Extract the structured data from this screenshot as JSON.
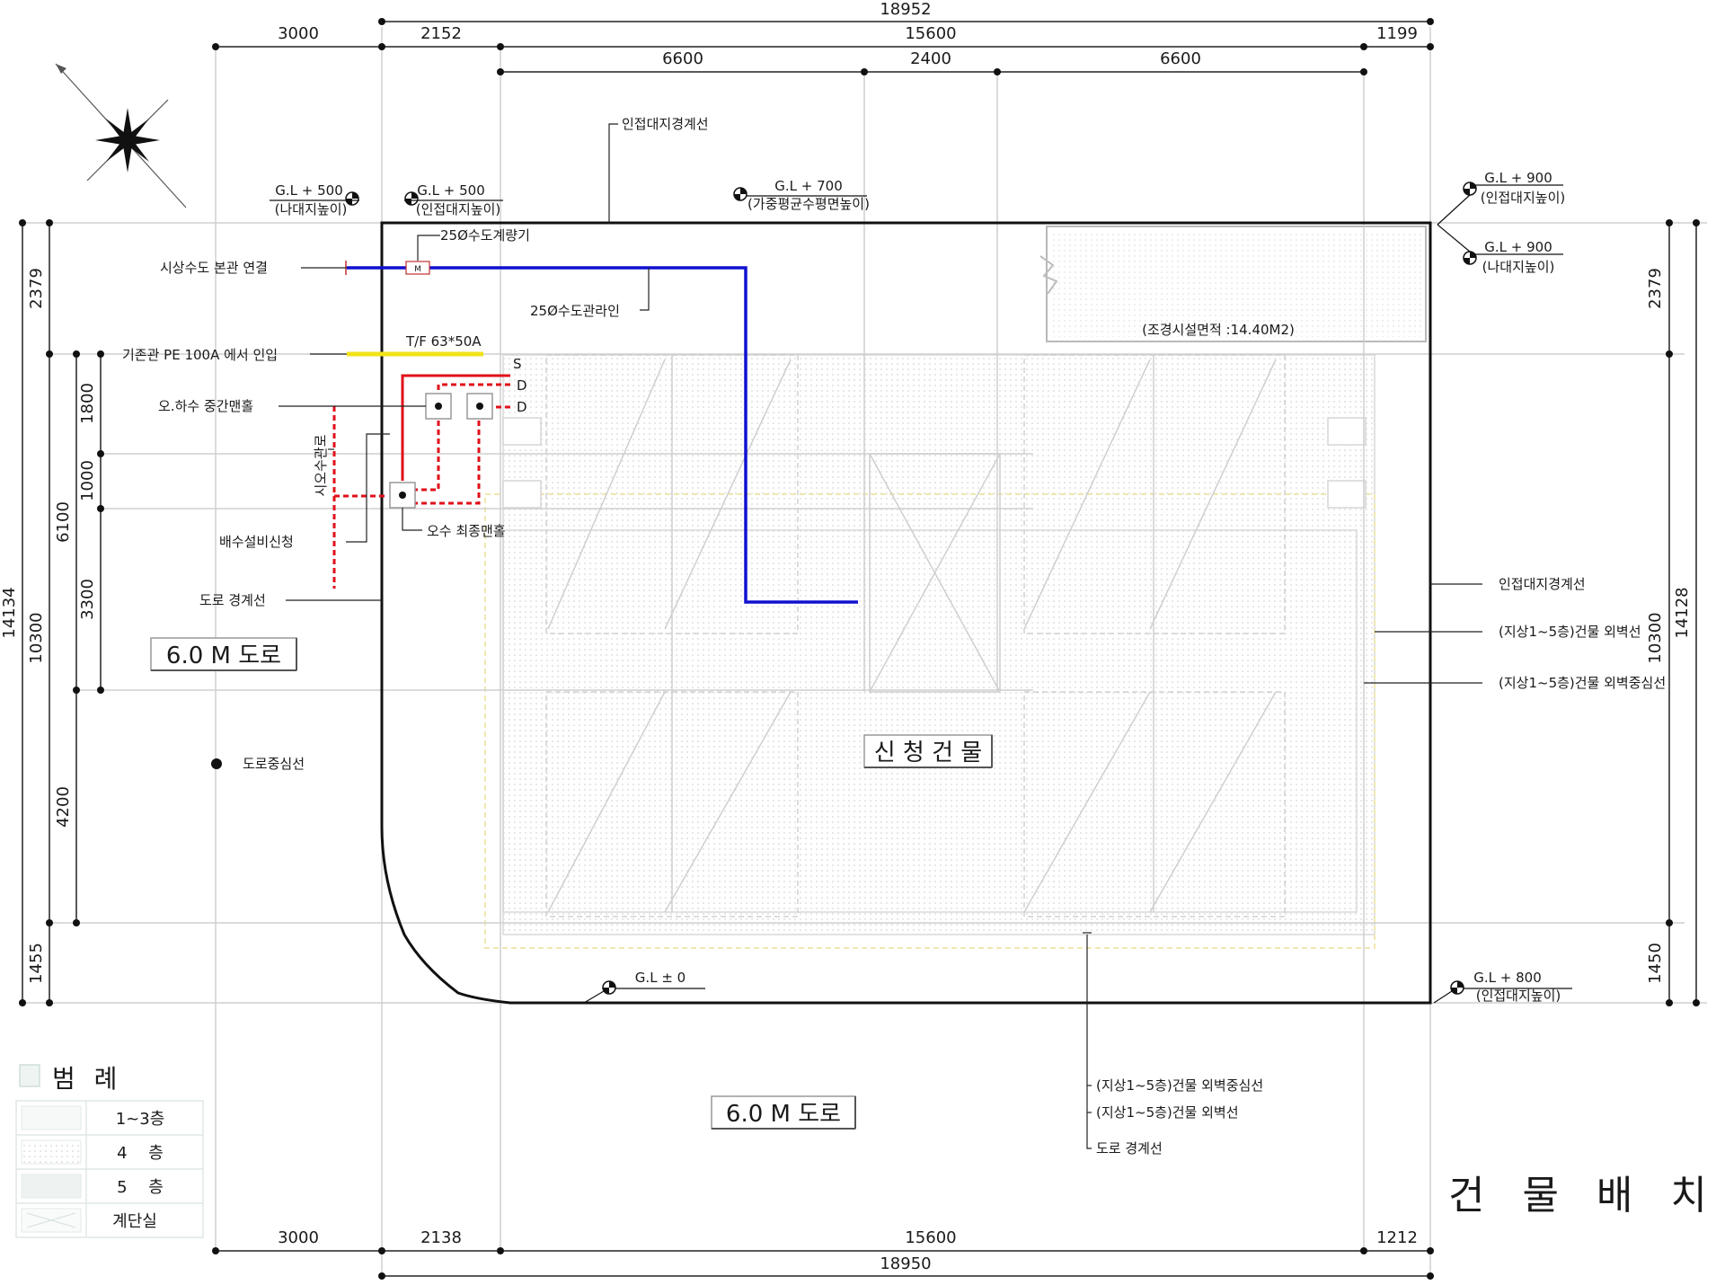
{
  "dimensions": {
    "top_total": "18952",
    "top_row1": [
      "3000",
      "2152",
      "15600",
      "1199"
    ],
    "top_row2": [
      "6600",
      "2400",
      "6600"
    ],
    "bottom_row1": [
      "3000",
      "2138",
      "15600",
      "1212"
    ],
    "bottom_total": "18950",
    "left_outer": "14134",
    "left_mid": [
      "2379",
      "10300",
      "1455"
    ],
    "left_inner": [
      "6100",
      "4200"
    ],
    "left_innermost": [
      "1800",
      "1000",
      "3300"
    ],
    "right_inner": [
      "2379",
      "10300",
      "1450"
    ],
    "right_outer": "14128"
  },
  "levels": [
    {
      "id": "lv1",
      "main": "G.L + 500",
      "sub": "(나대지높이)"
    },
    {
      "id": "lv2",
      "main": "G.L + 500",
      "sub": "(인접대지높이)"
    },
    {
      "id": "lv3",
      "main": "G.L + 700",
      "sub": "(가중평균수평면높이)"
    },
    {
      "id": "lv4",
      "main": "G.L + 900",
      "sub": "(인접대지높이)"
    },
    {
      "id": "lv5",
      "main": "G.L + 900",
      "sub": "(나대지높이)"
    },
    {
      "id": "lv6",
      "main": "G.L ± 0",
      "sub": ""
    },
    {
      "id": "lv7",
      "main": "G.L + 800",
      "sub": "(인접대지높이)"
    }
  ],
  "notes": {
    "adjacent_boundary_top": "인접대지경계선",
    "water_meter": "25Ø수도계량기",
    "water_main_connect": "시상수도 본관 연결",
    "water_line": "25Ø수도관라인",
    "gas_intake": "기존관 PE 100A 에서 인입",
    "tf": "T/F 63*50A",
    "manhole_mid": "오.하수 중간맨홀",
    "sewer_pipe": "시오수관로",
    "drain_apply": "배수설비신청",
    "manhole_final": "오수 최종맨홀",
    "road_boundary_left": "도로 경계선",
    "road_center": "도로중심선",
    "adjacent_boundary_right": "인접대지경계선",
    "wall_line_right": "(지상1~5층)건물 외벽선",
    "wall_center_right": "(지상1~5층)건물 외벽중심선",
    "wall_center_bottom": "(지상1~5층)건물 외벽중심선",
    "wall_line_bottom": "(지상1~5층)건물 외벽선",
    "road_boundary_bottom": "도로 경계선",
    "landscape_area": "(조경시설면적 :14.40M2)",
    "pipe_s": "S",
    "pipe_d1": "D",
    "pipe_d2": "D"
  },
  "roads": {
    "left": "6.0 M 도로",
    "bottom": "6.0 M 도로"
  },
  "building_label": "신 청 건 물",
  "drawing_title": "건 물 배 치 도",
  "legend": {
    "title": "범 례",
    "items": [
      "1~3층",
      "4 층",
      "5 층",
      "계단실"
    ]
  },
  "colors": {
    "water_line": "#1010d0",
    "sewer_line": "#e0101a",
    "gas_line": "#f2e21a",
    "linework": "#111111"
  }
}
